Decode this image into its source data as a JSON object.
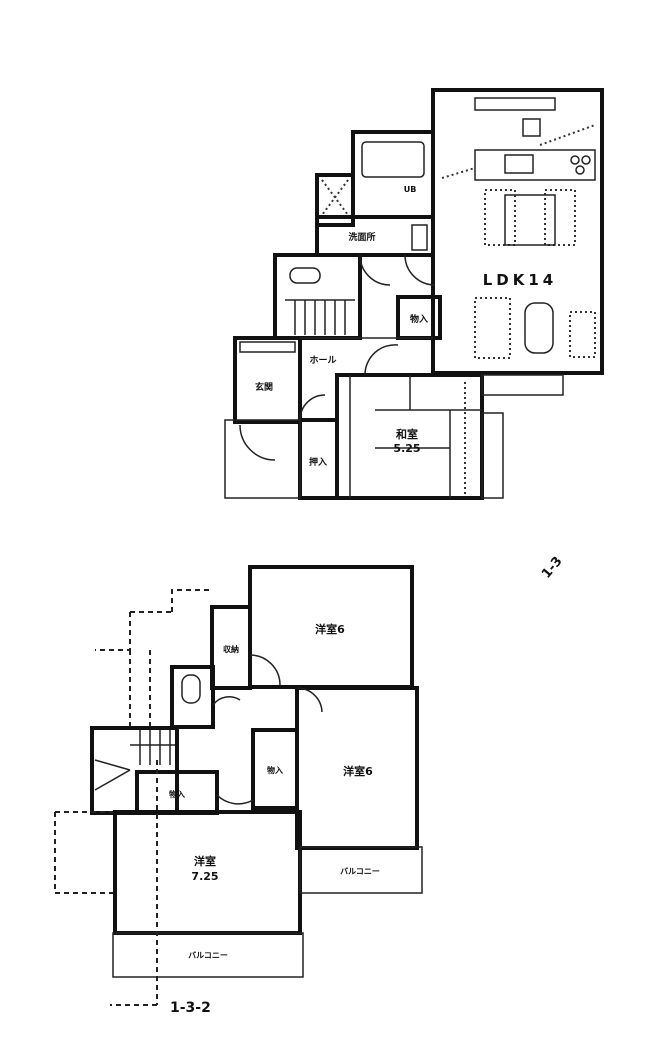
{
  "floor_1": {
    "ldk": "LDK14",
    "washitsu": "和室",
    "washitsu_size": "5.25",
    "oshiire": "押入",
    "genkan": "玄関",
    "hall": "ホール",
    "senmenjo": "洗面所",
    "bath": "UB",
    "storage": "物入",
    "lot_label": "1-3"
  },
  "floor_2": {
    "room_a": "洋室6",
    "room_b": "洋室6",
    "room_c": "洋室",
    "room_c_size": "7.25",
    "closet_a": "収納",
    "closet_b": "物入",
    "closet_c": "物入",
    "balcony_a": "バルコニー",
    "balcony_b": "バルコニー",
    "lot_label": "1-3-2"
  }
}
